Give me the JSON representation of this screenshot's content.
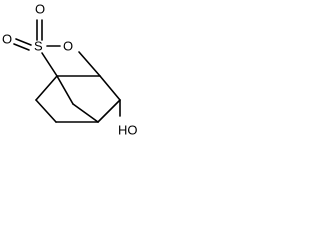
{
  "molecule": {
    "atoms": {
      "oxygen_top": "O",
      "oxygen_left": "O",
      "sulfur": "S",
      "oxygen_ring": "O",
      "hydroxyl": "HO"
    }
  }
}
